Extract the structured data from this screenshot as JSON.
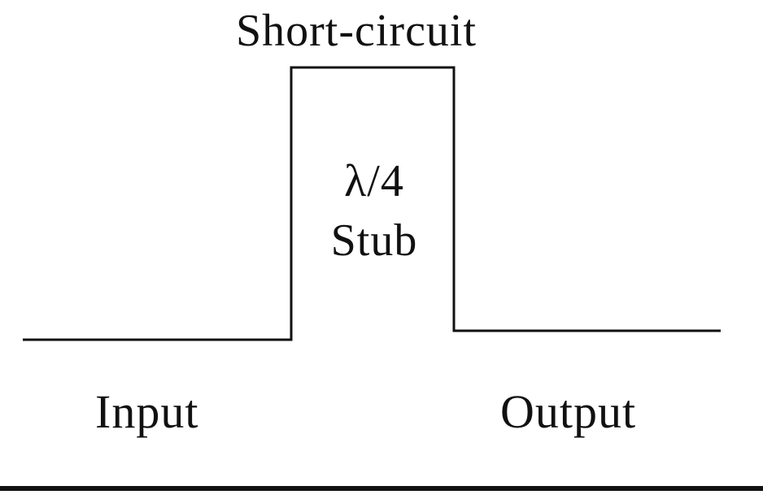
{
  "diagram": {
    "title": "Short-circuit",
    "stub": {
      "line1": "λ/4",
      "line2": "Stub"
    },
    "ports": {
      "input": "Input",
      "output": "Output"
    },
    "colors": {
      "line": "#111111",
      "background": "#ffffff"
    }
  }
}
